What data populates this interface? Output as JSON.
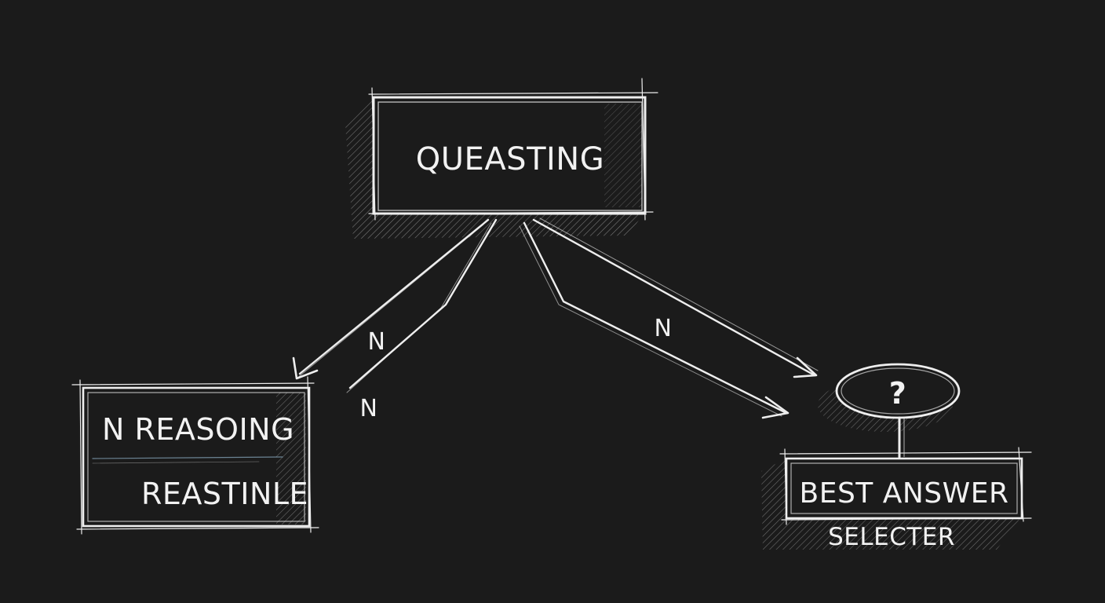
{
  "diagram": {
    "background": "#1b1b1b",
    "ink": "#ececec",
    "nodes": {
      "top": {
        "label": "QUEASTING"
      },
      "left": {
        "line1": "N REASOING",
        "line2": "REASTINLE"
      },
      "right": {
        "icon": "question-mark-icon",
        "symbol": "?",
        "line1": "BEST ANSWER",
        "line2": "SELECTER"
      }
    },
    "edge_labels": {
      "left_upper": "N",
      "left_lower": "N",
      "right": "N"
    }
  }
}
